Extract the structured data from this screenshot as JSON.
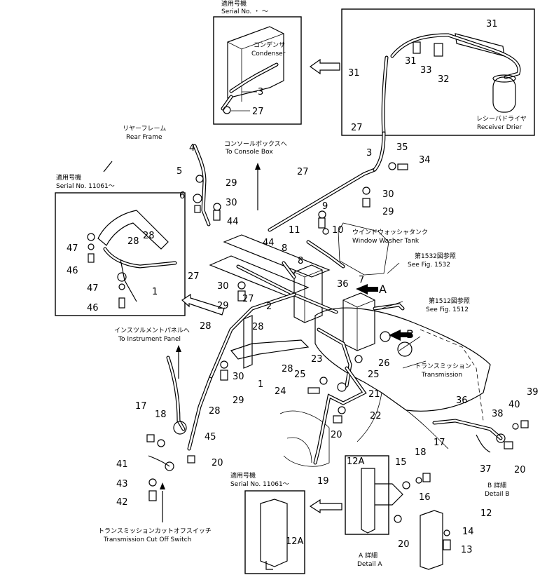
{
  "inset_top_center": {
    "header_jp": "適用号機",
    "serial": "Serial No.   ・   ～",
    "condenser_jp": "コンデンサ",
    "condenser_en": "Condenser",
    "callouts": [
      "3",
      "27"
    ]
  },
  "inset_top_right": {
    "receiver_jp": "レシーバドライヤ",
    "receiver_en": "Receiver Drier",
    "callouts": [
      "31",
      "31",
      "31",
      "33",
      "32",
      "27",
      "3"
    ]
  },
  "inset_left": {
    "header_jp": "適用号機",
    "serial": "Serial No. 11061～",
    "callouts": [
      "28",
      "28",
      "47",
      "46",
      "47",
      "46",
      "1"
    ]
  },
  "inset_bottom_center": {
    "header_jp": "適用号機",
    "serial": "Serial No. 11061～",
    "callouts": [
      "12A"
    ]
  },
  "labels": {
    "rear_frame_jp": "リヤーフレーム",
    "rear_frame_en": "Rear Frame",
    "console_jp": "コンソールボックスへ",
    "console_en": "To Console Box",
    "washer_jp": "ウインドウォッシャタンク",
    "washer_en": "Window Washer Tank",
    "fig1532_jp": "第1532図参照",
    "fig1532_en": "See Fig. 1532",
    "fig1512_jp": "第1512図参照",
    "fig1512_en": "See Fig. 1512",
    "transmission_jp": "トランスミッション",
    "transmission_en": "Transmission",
    "instrument_jp": "インスツルメントパネルへ",
    "instrument_en": "To Instrument Panel",
    "cutoff_jp": "トランスミッションカットオフスイッチ",
    "cutoff_en": "Transmission Cut Off Switch",
    "detail_a_jp": "A 詳細",
    "detail_a_en": "Detail A",
    "detail_b_jp": "B 詳細",
    "detail_b_en": "Detail B",
    "arrow_a": "A",
    "arrow_b": "B"
  },
  "callouts_main": [
    "4",
    "5",
    "6",
    "29",
    "30",
    "44",
    "27",
    "44",
    "8",
    "11",
    "9",
    "10",
    "27",
    "30",
    "29",
    "8",
    "7",
    "35",
    "34",
    "30",
    "29",
    "2",
    "36",
    "27",
    "28",
    "28",
    "28",
    "1",
    "30",
    "29",
    "23",
    "25",
    "26",
    "25",
    "24",
    "21",
    "22",
    "20",
    "19",
    "17",
    "18",
    "45",
    "28",
    "41",
    "43",
    "42",
    "20",
    "12A",
    "15",
    "18",
    "17",
    "16",
    "20",
    "36",
    "38",
    "40",
    "39",
    "37",
    "20",
    "12",
    "14",
    "13"
  ]
}
